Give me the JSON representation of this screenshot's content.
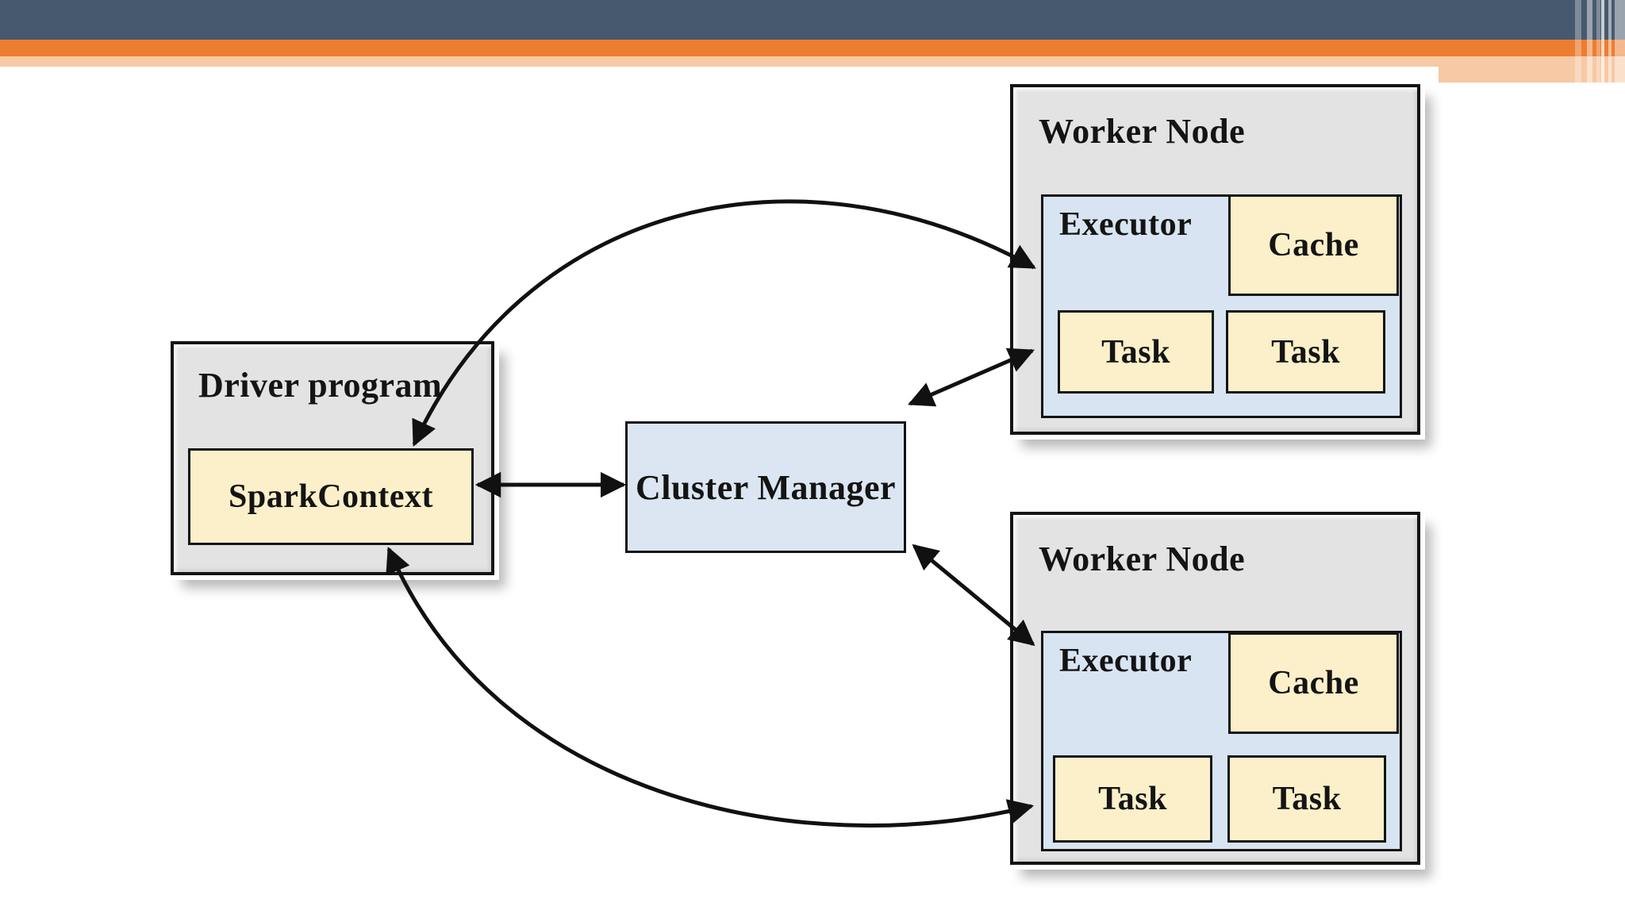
{
  "slide_title": "",
  "colors": {
    "header_bar": "#47596e",
    "accent": "#ed7d31",
    "peach": "#f7c9a4",
    "box_gray": "#e3e3e3",
    "cream": "#fbf0c9",
    "light_blue": "#dbe6f2",
    "executor_blue": "#d8e4f1",
    "line": "#111111"
  },
  "diagram": {
    "driver": {
      "title": "Driver program",
      "spark_context_label": "SparkContext"
    },
    "cluster_manager_label": "Cluster Manager",
    "workers": [
      {
        "title": "Worker Node",
        "executor_label": "Executor",
        "cache_label": "Cache",
        "task_labels": [
          "Task",
          "Task"
        ]
      },
      {
        "title": "Worker Node",
        "executor_label": "Executor",
        "cache_label": "Cache",
        "task_labels": [
          "Task",
          "Task"
        ]
      }
    ],
    "connections": [
      {
        "from": "SparkContext",
        "to": "Worker Node (top)",
        "style": "curved, double-headed"
      },
      {
        "from": "SparkContext",
        "to": "Worker Node (bottom)",
        "style": "curved, double-headed"
      },
      {
        "from": "SparkContext",
        "to": "Cluster Manager",
        "style": "straight, double-headed"
      },
      {
        "from": "Cluster Manager",
        "to": "Worker Node (top)",
        "style": "straight, double-headed"
      },
      {
        "from": "Cluster Manager",
        "to": "Worker Node (bottom)",
        "style": "straight, double-headed"
      }
    ]
  }
}
